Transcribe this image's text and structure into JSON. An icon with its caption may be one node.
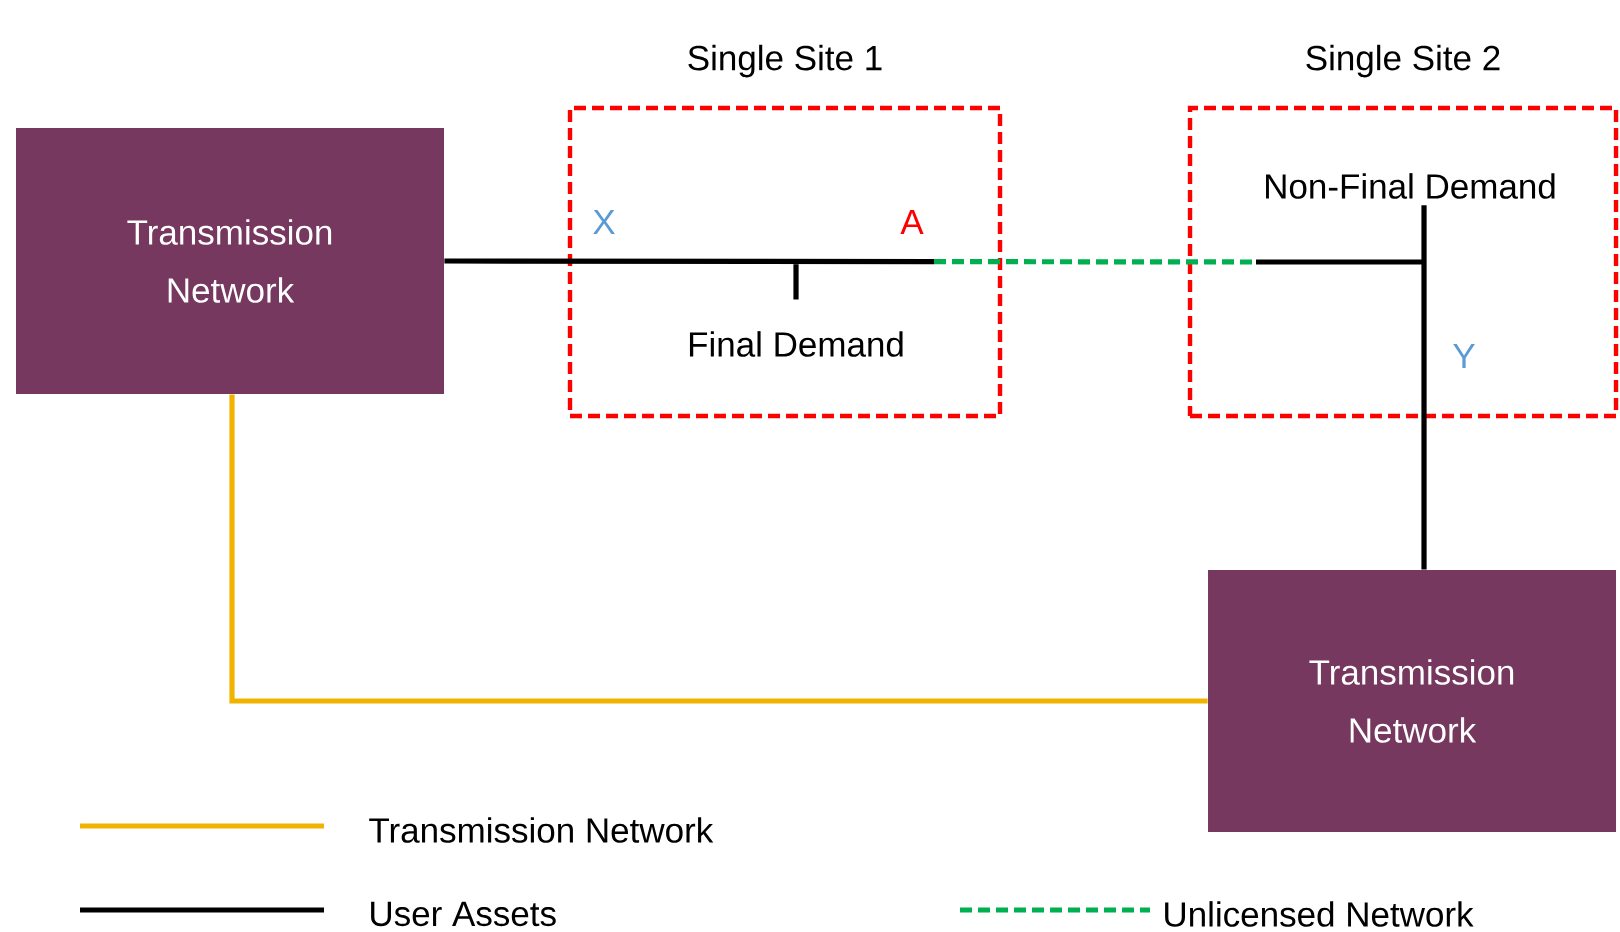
{
  "diagram": {
    "nodes": [
      {
        "text": [
          "Transmission Network"
        ]
      },
      {
        "text": [
          "Single Site 1"
        ]
      },
      {
        "text": [
          "Final Demand"
        ],
        "in": 1
      },
      {
        "text": [
          "Single Site 2"
        ]
      },
      {
        "text": [
          "Non-Final Demand"
        ],
        "in": 3
      },
      {
        "text": [
          "Transmission Network"
        ]
      }
    ],
    "edges": [
      {
        "from": 0,
        "to": 2,
        "arrow": "none"
      },
      {
        "from": 2,
        "to": 4,
        "arrow": "none",
        "style": "dashed",
        "color": "#00b050"
      },
      {
        "from": 4,
        "to": 5,
        "arrow": "none"
      },
      {
        "from": 0,
        "to": 5,
        "arrow": "none",
        "color": "#f0b400"
      }
    ],
    "labels": [
      "X",
      "A",
      "Y"
    ],
    "legend": [
      {
        "text": "Transmission Network"
      },
      {
        "text": "User Assets"
      },
      {
        "text": "Unlicensed Network"
      }
    ]
  }
}
